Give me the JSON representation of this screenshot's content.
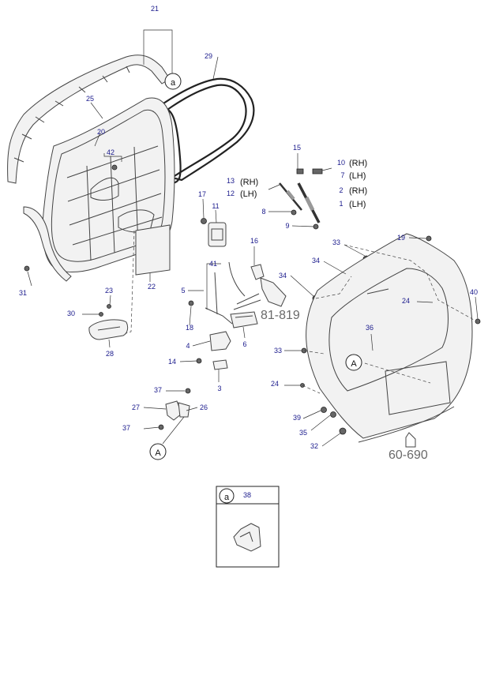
{
  "callouts": {
    "c21": "21",
    "c29": "29",
    "c25": "25",
    "c20": "20",
    "c42": "42",
    "c15": "15",
    "c10": "10",
    "c7": "7",
    "c13": "13",
    "c12": "12",
    "c2": "2",
    "c1": "1",
    "c8": "8",
    "c9": "9",
    "c17": "17",
    "c11": "11",
    "c16": "16",
    "c33a": "33",
    "c19": "19",
    "c34a": "34",
    "c34b": "34",
    "c41": "41",
    "c5": "5",
    "c40": "40",
    "c24a": "24",
    "c36": "36",
    "c18": "18",
    "c6": "6",
    "c4": "4",
    "c33b": "33",
    "c14": "14",
    "c3": "3",
    "c31": "31",
    "c23": "23",
    "c30": "30",
    "c28": "28",
    "c22": "22",
    "c37a": "37",
    "c27": "27",
    "c26": "26",
    "c37b": "37",
    "c24b": "24",
    "c39": "39",
    "c35": "35",
    "c32": "32",
    "c38": "38"
  },
  "side_labels": {
    "rh1": "(RH)",
    "lh1": "(LH)",
    "rh2": "(RH)",
    "lh2": "(LH)",
    "rh3": "(RH)",
    "lh3": "(LH)"
  },
  "refs": {
    "ref1": "81-819",
    "ref2": "60-690"
  },
  "markers": {
    "a_top": "a",
    "a_detail": "a",
    "A_left": "A",
    "A_gate": "A"
  }
}
